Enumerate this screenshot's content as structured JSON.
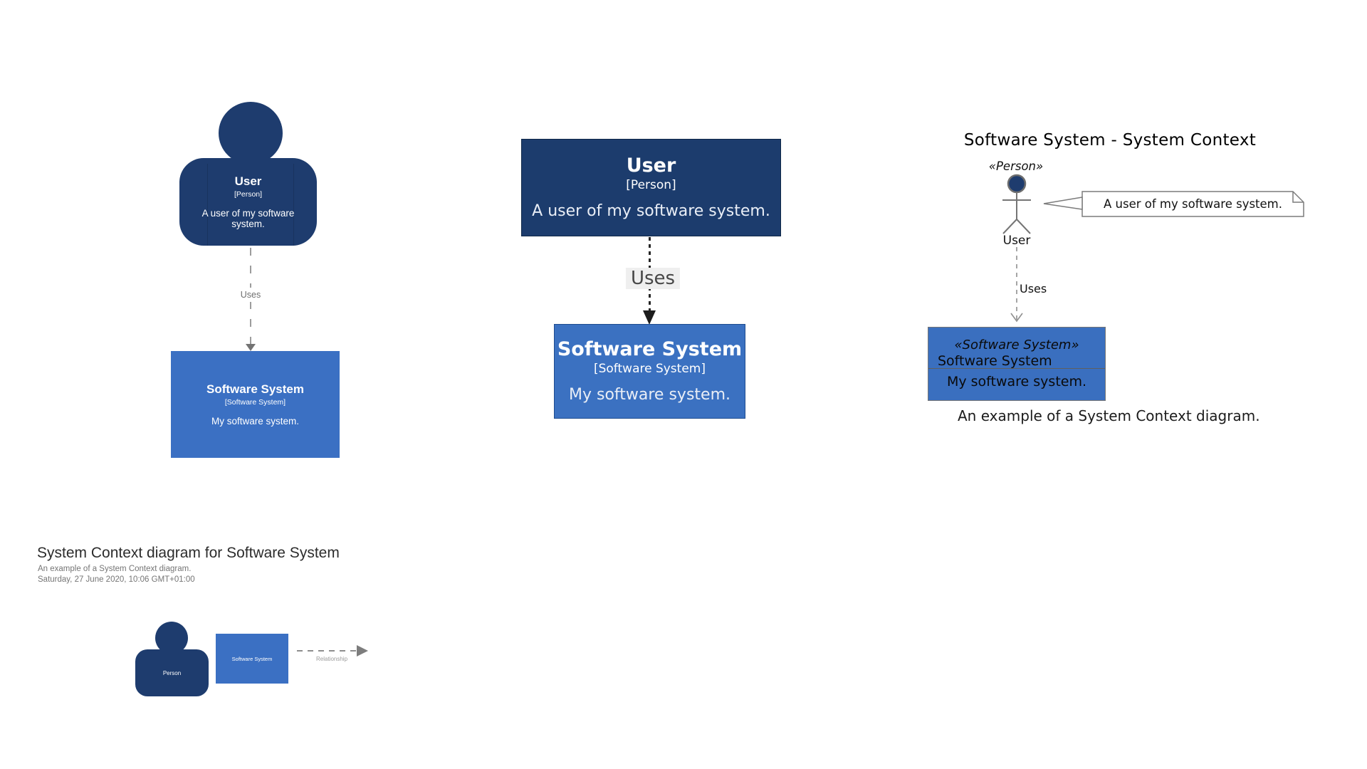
{
  "left_diagram": {
    "person": {
      "name": "User",
      "type_label": "[Person]",
      "description": "A user of my software system."
    },
    "relationship_label": "Uses",
    "software_system": {
      "name": "Software System",
      "type_label": "[Software System]",
      "description": "My software system."
    }
  },
  "middle_diagram": {
    "person": {
      "name": "User",
      "type_label": "[Person]",
      "description": "A user of my software system."
    },
    "relationship_label": "Uses",
    "software_system": {
      "name": "Software System",
      "type_label": "[Software System]",
      "description": "My software system."
    }
  },
  "right_diagram": {
    "title": "Software System - System Context",
    "person_stereotype": "«Person»",
    "actor_name": "User",
    "note_text": "A user of my software system.",
    "relationship_label": "Uses",
    "system_stereotype": "«Software System»",
    "system_name": "Software System",
    "system_description": "My software system.",
    "caption": "An example of a System Context diagram."
  },
  "metadata_block": {
    "title": "System Context diagram for Software System",
    "description": "An example of a System Context diagram.",
    "timestamp": "Saturday, 27 June 2020, 10:06 GMT+01:00"
  },
  "legend": {
    "person_label": "Person",
    "software_system_label": "Software System",
    "relationship_label": "Relationship"
  },
  "colors": {
    "person_fill": "#1e3c6e",
    "software_system_fill": "#3b70c3",
    "middle_person_fill": "#1c3c6d",
    "middle_system_fill": "#3b71c1",
    "right_system_fill": "#3a6fbf",
    "connector_gray": "#8f8f8f",
    "connector_black": "#1d1d1d"
  }
}
